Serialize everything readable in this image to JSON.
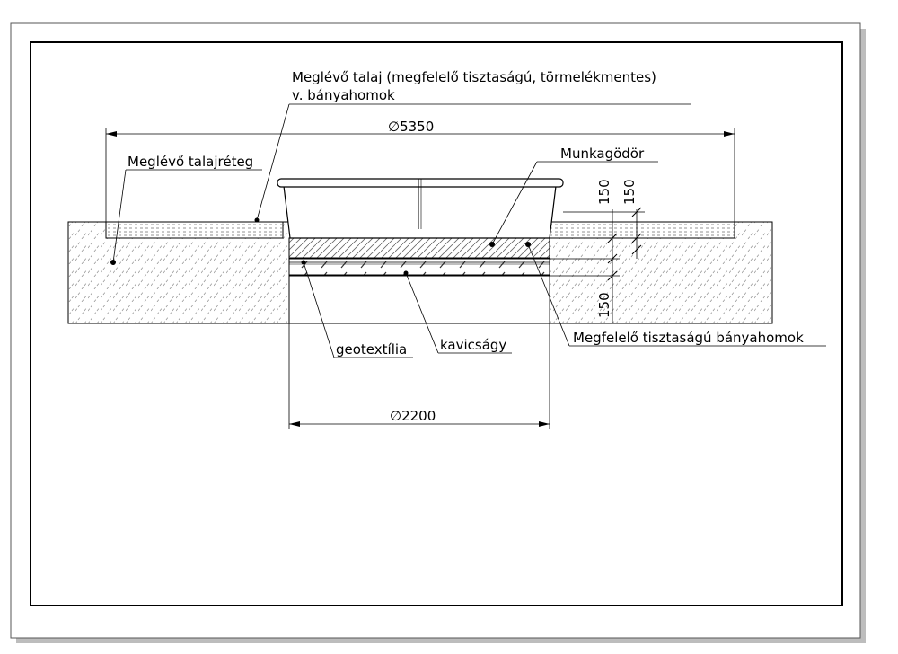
{
  "labels": {
    "existing_soil_line1": "Meglévő talaj (megfelelő tisztaságú, törmelékmentes)",
    "existing_soil_line2": "v. bányahomok",
    "existing_soil_layer": "Meglévő talajréteg",
    "work_pit": "Munkagödör",
    "geotextile": "geotextília",
    "gravel_bed": "kavicságy",
    "sand": "Megfelelő tisztaságú bányahomok"
  },
  "dimensions": {
    "outer_diameter": "∅5350",
    "inner_diameter": "∅2200",
    "depth_1": "150",
    "depth_2": "150",
    "depth_3": "150"
  }
}
